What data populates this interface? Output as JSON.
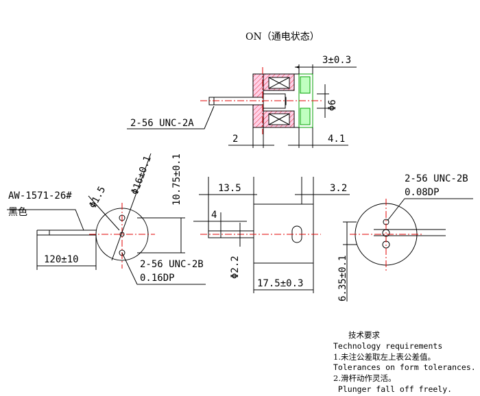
{
  "top_view": {
    "title": "ON（通电状态）",
    "dim_stroke": "3±0.3",
    "dim_diameter": "Φ6",
    "thread_label": "2-56 UNC-2A",
    "dim_left": "2",
    "dim_right": "4.1"
  },
  "left_view": {
    "wire_spec": "AW-1571-26#",
    "wire_color": "黑色",
    "dim_hole": "Φ1.5",
    "dim_body": "Φ16±0.1",
    "dim_height": "10.75±0.1",
    "dim_wire": "120±10",
    "thread_label": "2-56 UNC-2B",
    "thread_depth": "0.16DP"
  },
  "center_view": {
    "dim_total": "13.5",
    "dim_pin": "4",
    "dim_cap": "3.2",
    "dim_shaft": "Φ2.2",
    "dim_body": "17.5±0.3"
  },
  "right_view": {
    "thread_label": "2-56 UNC-2B",
    "thread_depth": "0.08DP",
    "dim_spacing": "6.35±0.1"
  },
  "notes": {
    "heading": "技术要求",
    "line1": "Technology  requirements",
    "line2": "1.未注公差取左上表公差值。",
    "line3": "Tolerances on form tolerances.",
    "line4": "2.滑杆动作灵活。",
    "line5": " Plunger fall off freely."
  },
  "colors": {
    "line": "#000000",
    "centerline": "#e00000",
    "hatch": "#e00000",
    "green": "#00a000",
    "fill": "#ffc0e0"
  }
}
